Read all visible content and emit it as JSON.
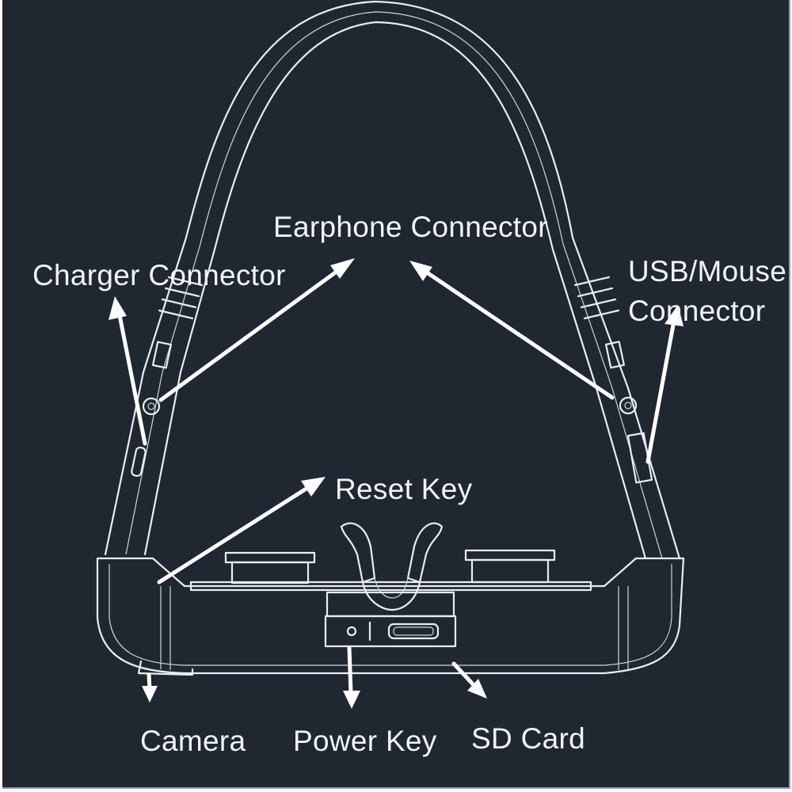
{
  "labels": {
    "earphone": "Earphone Connector",
    "charger": "Charger Connector",
    "usb_line1": "USB/Mouse",
    "usb_line2": "Connector",
    "reset": "Reset Key",
    "camera": "Camera",
    "power": "Power Key",
    "sd": "SD Card"
  },
  "colors": {
    "background": "#1f2731",
    "line": "#e9edf1",
    "arrow": "#ffffff"
  }
}
